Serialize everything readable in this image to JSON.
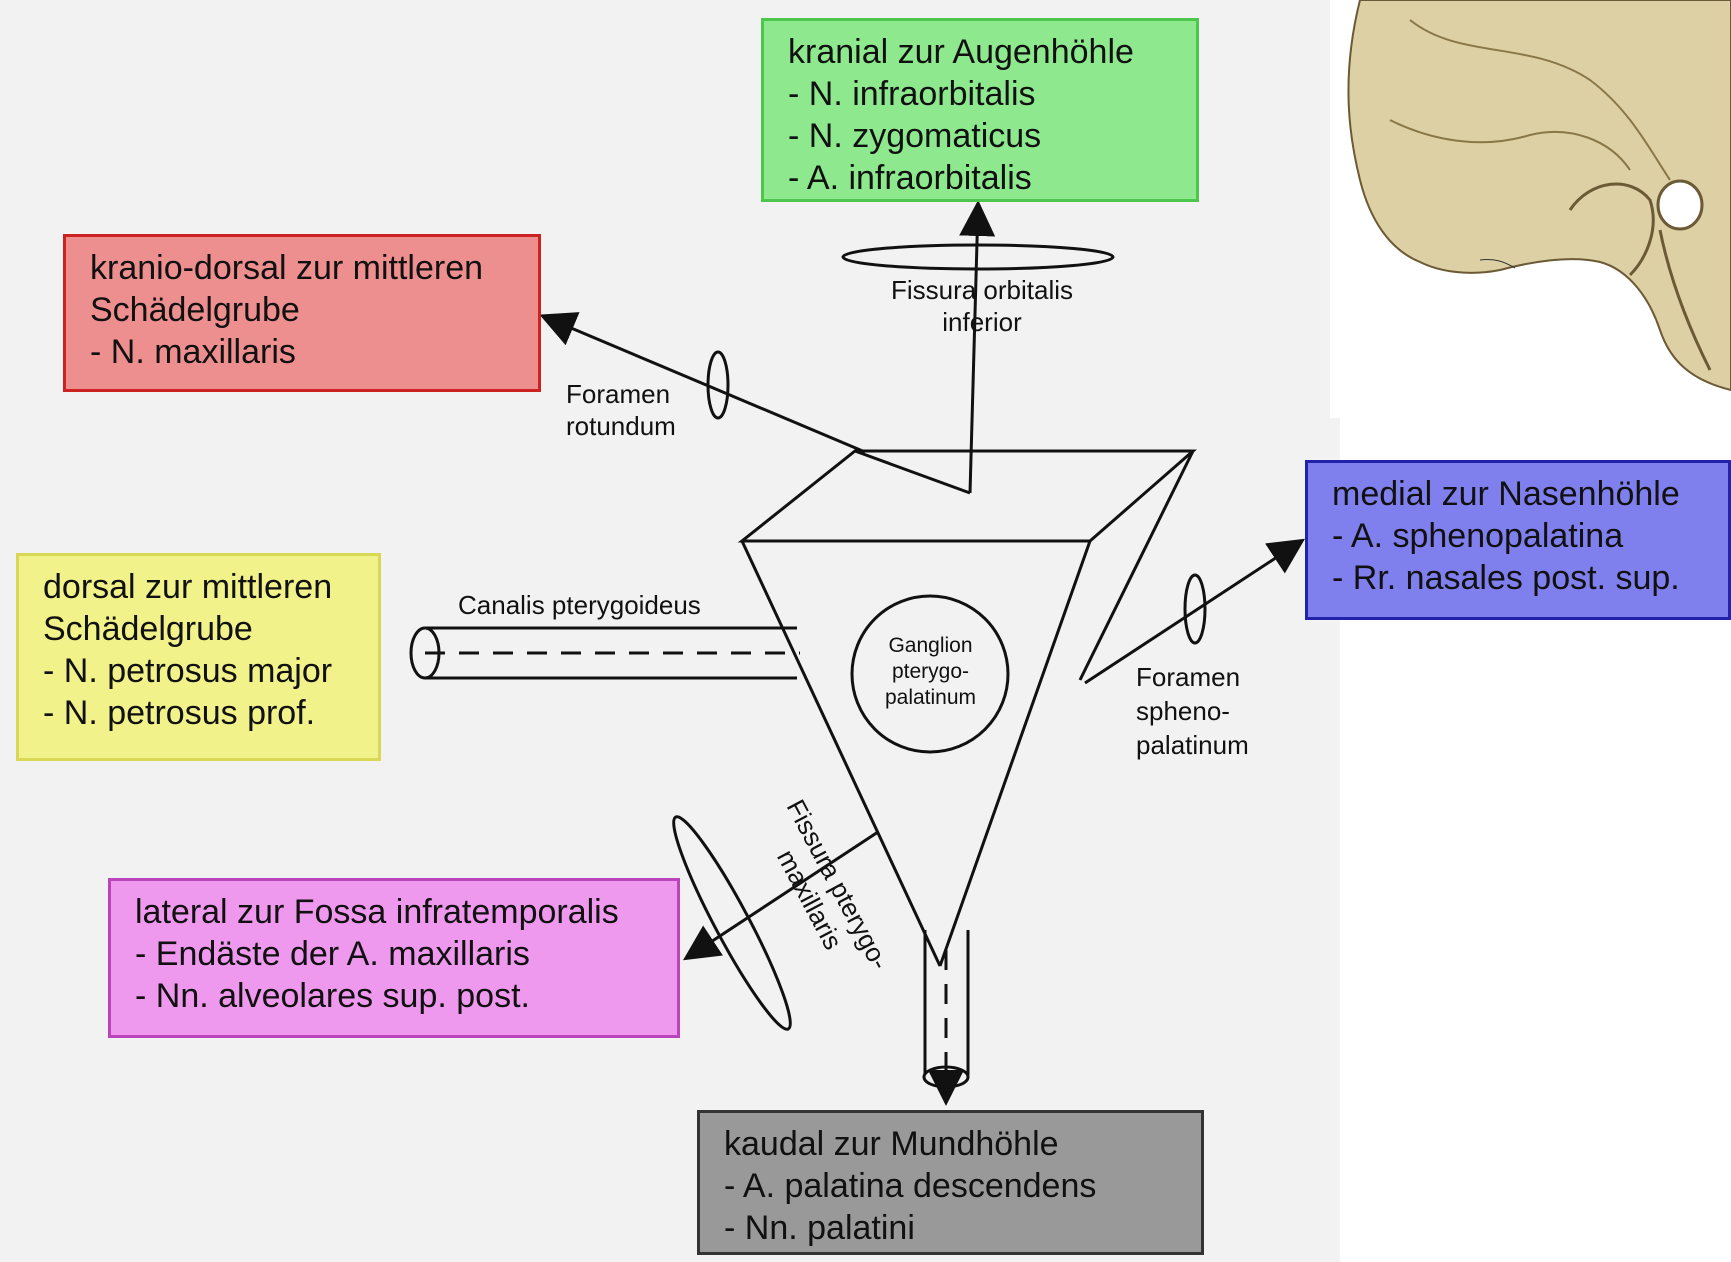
{
  "boxes": {
    "cranial": {
      "lines": [
        "kranial zur Augenhöhle",
        "- N. infraorbitalis",
        "- N. zygomaticus",
        "- A. infraorbitalis"
      ],
      "fill": "#8ee88e",
      "border": "#4cc64c"
    },
    "craniodorsal": {
      "lines": [
        "kranio-dorsal zur mittleren",
        "Schädelgrube",
        "- N. maxillaris"
      ],
      "fill": "#ee8f8f",
      "border": "#cc2222"
    },
    "medial": {
      "lines": [
        "medial zur Nasenhöhle",
        "- A. sphenopalatina",
        "- Rr. nasales post. sup."
      ],
      "fill": "#7f7fee",
      "border": "#2222aa"
    },
    "dorsal": {
      "lines": [
        "dorsal zur mittleren",
        "Schädelgrube",
        "- N. petrosus major",
        "- N. petrosus prof."
      ],
      "fill": "#f2f28a",
      "border": "#d8d855"
    },
    "lateral": {
      "lines": [
        "lateral zur Fossa infratemporalis",
        "- Endäste der A. maxillaris",
        "- Nn. alveolares sup. post."
      ],
      "fill": "#ee99ee",
      "border": "#bb44bb"
    },
    "caudal": {
      "lines": [
        "kaudal zur Mundhöhle",
        "- A. palatina descendens",
        "- Nn. palatini"
      ],
      "fill": "#999999",
      "border": "#333333"
    }
  },
  "labels": {
    "fissura_orbitalis": [
      "Fissura orbitalis",
      "inferior"
    ],
    "foramen_rotundum": [
      "Foramen",
      "rotundum"
    ],
    "canalis_pterygoideus": "Canalis pterygoideus",
    "ganglion": [
      "Ganglion",
      "pterygo-",
      "palatinum"
    ],
    "foramen_sphenopalatinum": [
      "Foramen",
      "spheno-",
      "palatinum"
    ],
    "fissura_pterygomaxillaris": [
      "Fissura pterygo-",
      "maxillaris"
    ]
  }
}
